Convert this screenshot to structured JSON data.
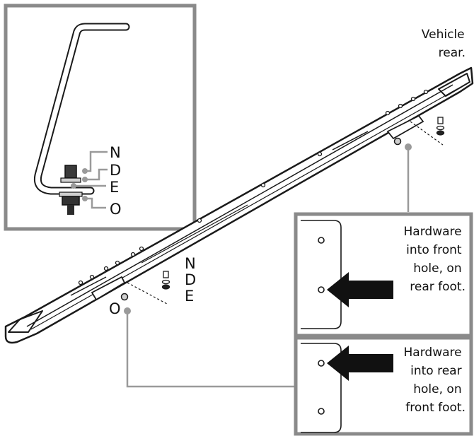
{
  "orientation": {
    "line1": "Vehicle",
    "line2": "rear."
  },
  "detail_inset": {
    "labels": [
      "N",
      "D",
      "E",
      "O"
    ]
  },
  "rail_hardware_labels": [
    "N",
    "D",
    "E"
  ],
  "rail_label_o": "O",
  "callout_rear_foot": {
    "lines": [
      "Hardware",
      "into front",
      "hole, on",
      "rear foot."
    ]
  },
  "callout_front_foot": {
    "lines": [
      "Hardware",
      "into rear",
      "hole, on",
      "front foot."
    ]
  },
  "colors": {
    "frame": "#8a8a8a",
    "line": "#1a1a1a",
    "arrow": "#111111",
    "leader": "#9a9a9a"
  }
}
